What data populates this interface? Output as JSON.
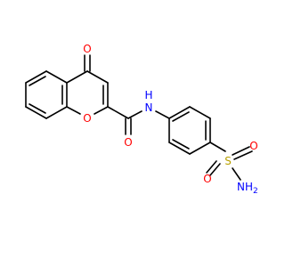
{
  "molecule": {
    "atoms": {
      "O_ketone": "O",
      "O_ring": "O",
      "O_amide": "O",
      "N_amide": "N",
      "H_amide": "H",
      "S": "S",
      "O_sulfonyl_1": "O",
      "O_sulfonyl_2": "O",
      "N_sulfonamide": "NH",
      "N_sulfonamide_sub": "2"
    },
    "colors": {
      "bond": "#000000",
      "oxygen": "#ff0000",
      "nitrogen": "#0000ff",
      "sulfur": "#b8a000"
    }
  }
}
